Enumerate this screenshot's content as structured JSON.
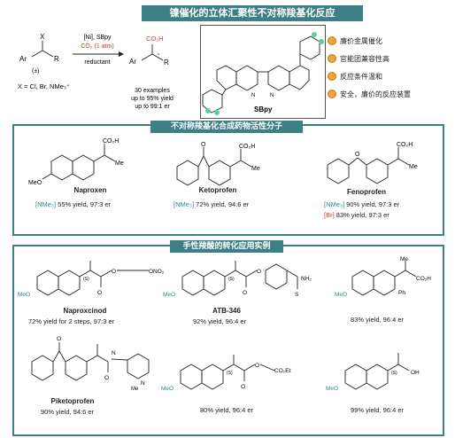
{
  "title": "镍催化的立体汇聚性不对称羧基化反应",
  "scheme": {
    "reactant_label": "(±)",
    "x_definition": "X = Cl, Br, NMe₃⁺",
    "cond1": "[Ni], SBpy",
    "cond2": "CO₂ (1 atm)",
    "cond3": "reductant",
    "product_group": "CO₂H",
    "stats": [
      "30 examples",
      "up to 95% yield",
      "up to 99:1 er"
    ]
  },
  "ligand": {
    "name": "SBpy"
  },
  "features": [
    "廉价金属催化",
    "官能团兼容性高",
    "反应条件温和",
    "安全，廉价的反应装置"
  ],
  "section1": {
    "title": "不对称羧基化合成药物活性分子",
    "items": [
      {
        "name": "Naproxen",
        "line1_tag": "[NMe₃]",
        "line1": " 55% yield, 97:3 er"
      },
      {
        "name": "Ketoprofen",
        "line1_tag": "[NMe₃]",
        "line1": " 72% yield, 94:6 er"
      },
      {
        "name": "Fenoprofen",
        "line1_tag": "[NMe₃]",
        "line1": " 90% yield, 97:3 er",
        "line2_tag": "[Br]",
        "line2": " 83% yield, 97:3 er"
      }
    ]
  },
  "section2": {
    "title": "手性羧酸的转化应用实例",
    "items": [
      {
        "name": "Naproxcinod",
        "caption": "72% yield for 2 steps, 97:3 er"
      },
      {
        "name": "ATB-346",
        "caption": "92% yield, 96:4 er"
      },
      {
        "name": "",
        "caption": "83% yield, 96:4 er"
      },
      {
        "name": "Piketoprofen",
        "caption": "90% yield, 94:6 er"
      },
      {
        "name": "",
        "caption": "80% yield, 96:4 er"
      },
      {
        "name": "",
        "caption": "99% yield, 96:4 er"
      }
    ]
  },
  "atoms": {
    "co2h": "CO₂H",
    "me": "Me",
    "meo": "MeO",
    "o": "O",
    "n": "N",
    "nh": "NH₂",
    "s": "S",
    "oh": "OH",
    "co2et": "CO₂Et",
    "ono2": "ONO₂",
    "h": "H",
    "ph": "Ph",
    "x": "X",
    "r": "R",
    "ar": "Ar",
    "stereo": "(S)",
    "n3": "3",
    "hn": "H\nN",
    "e1": "1"
  },
  "colors": {
    "teal": "#3d7f86",
    "accent": "#2b8b8e",
    "red": "#d23b2b",
    "bullet": "#f2a23a"
  }
}
